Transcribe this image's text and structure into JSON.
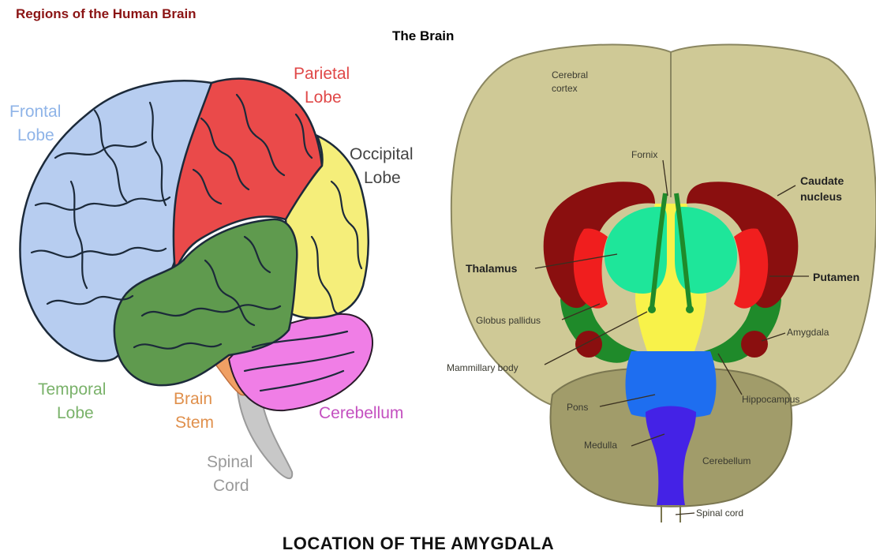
{
  "header": {
    "title": "Regions of the Human Brain",
    "subtitle": "The Brain"
  },
  "lobe_diagram": {
    "labels": {
      "frontal": [
        "Frontal",
        "Lobe"
      ],
      "parietal": [
        "Parietal",
        "Lobe"
      ],
      "occipital": [
        "Occipital",
        "Lobe"
      ],
      "temporal": [
        "Temporal",
        "Lobe"
      ],
      "brain_stem": [
        "Brain",
        "Stem"
      ],
      "cerebellum": "Cerebellum",
      "spinal_cord": [
        "Spinal",
        "Cord"
      ]
    },
    "colors": {
      "frontal": "#b7cdf0",
      "parietal": "#ea4a4a",
      "occipital": "#f5ee7a",
      "temporal": "#5f9a4e",
      "cerebellum": "#f07ee6",
      "brain_stem": "#f0a064",
      "spinal_cord": "#c8c8c8"
    }
  },
  "section_diagram": {
    "labels": {
      "cerebral_cortex": [
        "Cerebral",
        "cortex"
      ],
      "fornix": "Fornix",
      "caudate_nucleus": [
        "Caudate",
        "nucleus"
      ],
      "thalamus": "Thalamus",
      "putamen": "Putamen",
      "globus_pallidus": "Globus pallidus",
      "amygdala": "Amygdala",
      "mammillary_body": "Mammillary body",
      "hippocampus": "Hippocampus",
      "pons": "Pons",
      "medulla": "Medulla",
      "cerebellum": "Cerebellum",
      "spinal_cord": "Spinal cord"
    },
    "colors": {
      "cortex": "#cfc996",
      "cerebellum": "#a19c6a",
      "caudate": "#8a0f0f",
      "putamen": "#f01e1e",
      "thalamus": "#1ee69a",
      "hippocampus": "#1f8a2a",
      "midbrain": "#f8f24a",
      "pons": "#1e6ef0",
      "medulla": "#4422e6"
    }
  },
  "caption": "LOCATION OF THE AMYGDALA"
}
